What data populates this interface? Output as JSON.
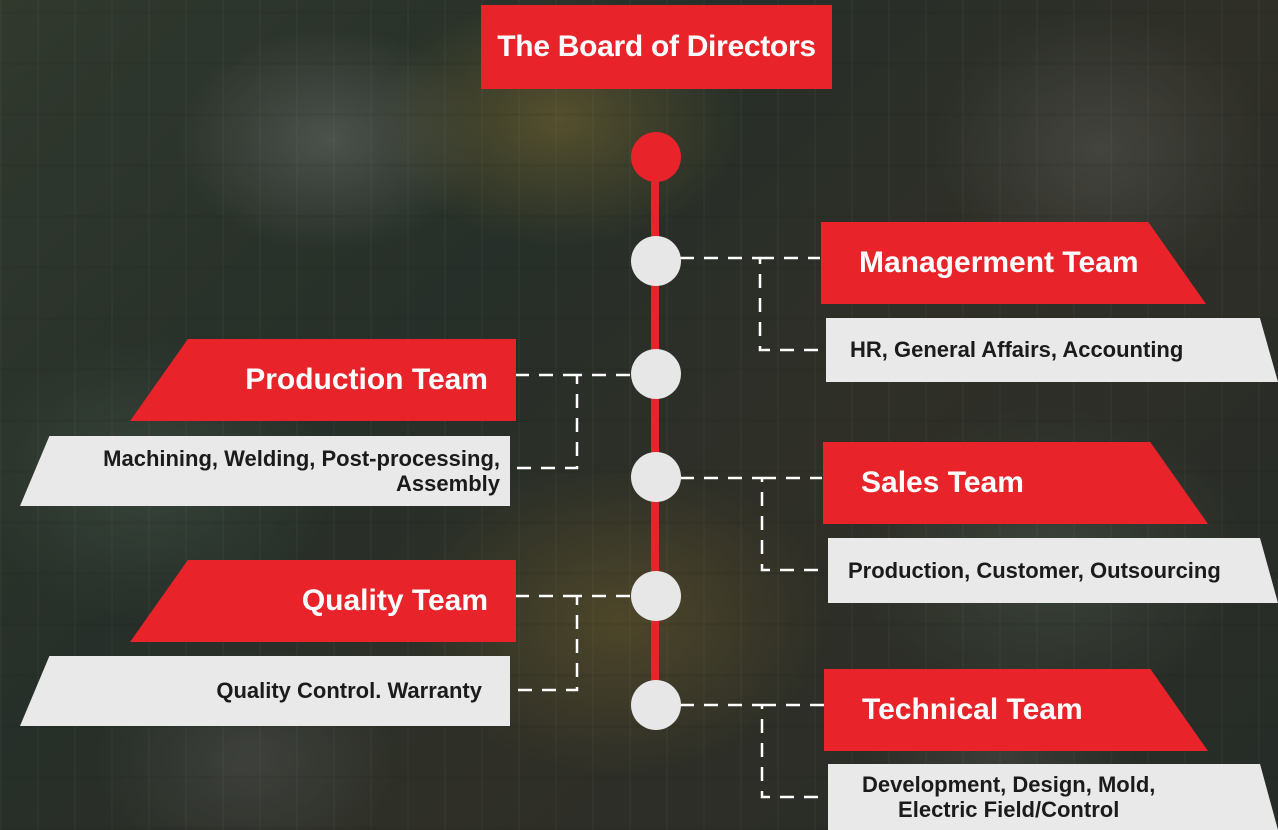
{
  "colors": {
    "accent": "#e8232a",
    "node": "#e7e7e7",
    "label_bg": "#e9e9e9"
  },
  "board": {
    "title": "The Board of Directors"
  },
  "teams": {
    "management": {
      "name": "Managerment Team",
      "duties": "HR, General Affairs, Accounting"
    },
    "production": {
      "name": "Production Team",
      "duties_line1": "Machining, Welding, Post-processing,",
      "duties_line2": "Assembly"
    },
    "sales": {
      "name": "Sales Team",
      "duties": "Production, Customer, Outsourcing"
    },
    "quality": {
      "name": "Quality Team",
      "duties": "Quality Control. Warranty"
    },
    "technical": {
      "name": "Technical Team",
      "duties_line1": "Development, Design, Mold,",
      "duties_line2": "Electric Field/Control"
    }
  }
}
